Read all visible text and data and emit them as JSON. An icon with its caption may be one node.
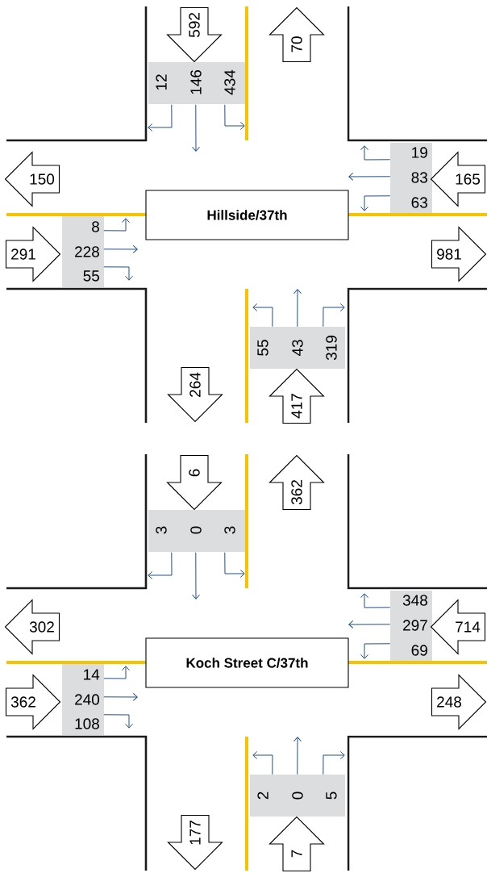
{
  "diagram": {
    "nodes": [
      {
        "text": [
          "592"
        ]
      },
      {
        "text": [
          "70"
        ]
      },
      {
        "text": [
          "12",
          "146",
          "434"
        ]
      },
      {
        "text": [
          "19",
          "83",
          "63"
        ]
      },
      {
        "text": [
          "150"
        ]
      },
      {
        "text": [
          "165"
        ]
      },
      {
        "text": [
          "Hillside/37th"
        ]
      },
      {
        "text": [
          "8",
          "228",
          "55"
        ]
      },
      {
        "text": [
          "291"
        ]
      },
      {
        "text": [
          "981"
        ]
      },
      {
        "text": [
          "55",
          "43",
          "319"
        ]
      },
      {
        "text": [
          "264"
        ]
      },
      {
        "text": [
          "417"
        ]
      },
      {
        "text": [
          "6"
        ]
      },
      {
        "text": [
          "362"
        ]
      },
      {
        "text": [
          "3",
          "0",
          "3"
        ]
      },
      {
        "text": [
          "348",
          "297",
          "69"
        ]
      },
      {
        "text": [
          "302"
        ]
      },
      {
        "text": [
          "714"
        ]
      },
      {
        "text": [
          "Koch Street C/37th"
        ]
      },
      {
        "text": [
          "14",
          "240",
          "108"
        ]
      },
      {
        "text": [
          "362"
        ]
      },
      {
        "text": [
          "248"
        ]
      },
      {
        "text": [
          "2",
          "0",
          "5"
        ]
      },
      {
        "text": [
          "177"
        ]
      },
      {
        "text": [
          "7"
        ]
      }
    ],
    "edges": [
      {
        "from": 2,
        "to": null,
        "arrow": "to"
      },
      {
        "from": 2,
        "to": null,
        "arrow": "to"
      },
      {
        "from": 2,
        "to": null,
        "arrow": "to"
      },
      {
        "from": 3,
        "to": null,
        "arrow": "to"
      },
      {
        "from": 3,
        "to": null,
        "arrow": "to"
      },
      {
        "from": 3,
        "to": null,
        "arrow": "to"
      },
      {
        "from": 7,
        "to": null,
        "arrow": "to"
      },
      {
        "from": 7,
        "to": null,
        "arrow": "to"
      },
      {
        "from": 7,
        "to": null,
        "arrow": "to"
      },
      {
        "from": 10,
        "to": null,
        "arrow": "to"
      },
      {
        "from": 10,
        "to": null,
        "arrow": "to"
      },
      {
        "from": 10,
        "to": null,
        "arrow": "to"
      },
      {
        "from": 15,
        "to": null,
        "arrow": "to"
      },
      {
        "from": 15,
        "to": null,
        "arrow": "to"
      },
      {
        "from": 15,
        "to": null,
        "arrow": "to"
      },
      {
        "from": 16,
        "to": null,
        "arrow": "to"
      },
      {
        "from": 16,
        "to": null,
        "arrow": "to"
      },
      {
        "from": 16,
        "to": null,
        "arrow": "to"
      },
      {
        "from": 20,
        "to": null,
        "arrow": "to"
      },
      {
        "from": 20,
        "to": null,
        "arrow": "to"
      },
      {
        "from": 20,
        "to": null,
        "arrow": "to"
      },
      {
        "from": 23,
        "to": null,
        "arrow": "to"
      },
      {
        "from": 23,
        "to": null,
        "arrow": "to"
      },
      {
        "from": 23,
        "to": null,
        "arrow": "to"
      }
    ]
  }
}
